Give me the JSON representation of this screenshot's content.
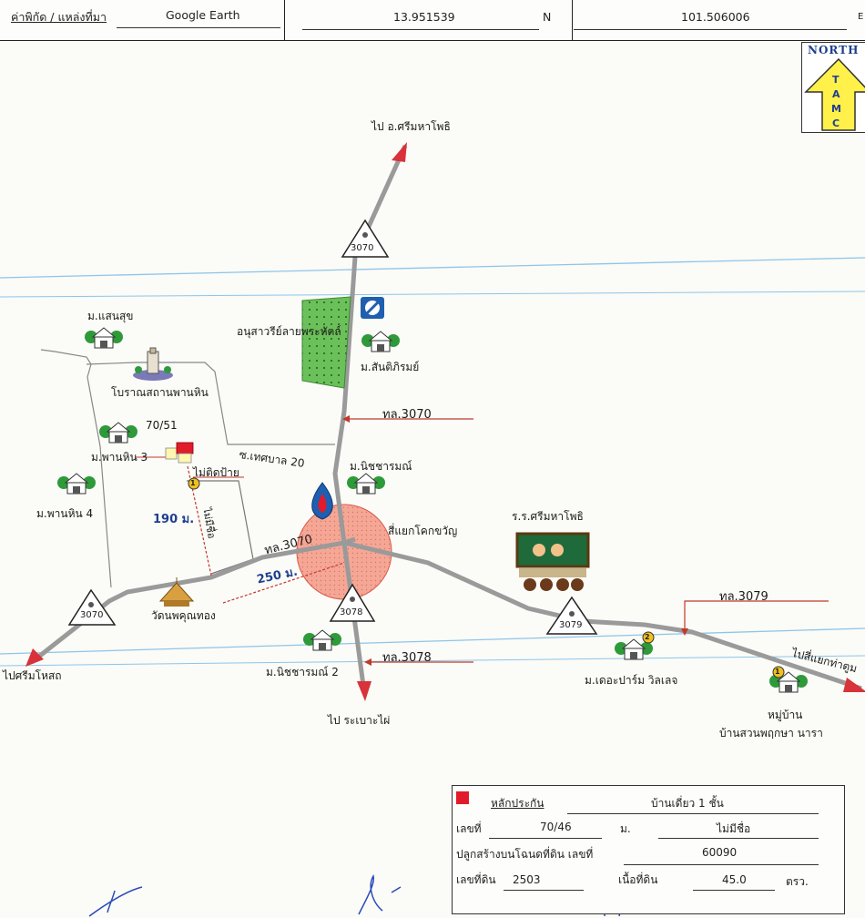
{
  "header": {
    "coord_label": "ค่าพิกัด / แหล่งที่มา",
    "source": "Google Earth",
    "latitude": "13.951539",
    "lat_dir": "N",
    "longitude": "101.506006",
    "lon_dir": "E"
  },
  "north_logo": {
    "title": "NORTH",
    "letters": [
      "T",
      "A",
      "M",
      "C"
    ]
  },
  "map": {
    "destinations": {
      "north": "ไป อ.ศรีมหาโพธิ",
      "southwest": "ไปศรีมโหสถ",
      "south": "ไป ระเบาะไผ่",
      "east": "ไปสี่แยกท่าตูม"
    },
    "route_shields": [
      "3070",
      "3078",
      "3079",
      "3070"
    ],
    "road_pointers": [
      "ทล.3070",
      "ทล.3078",
      "ทล.3079"
    ],
    "road_on_map": "ทล.3070",
    "soi": "ซ.เทศบาล 20",
    "intersection": "สี่แยกโคกขวัญ",
    "places": {
      "monument": "อนุสาวรีย์ลายพระหัตถ์",
      "santisiri": "ม.สันติภิรมย์",
      "saensuk": "ม.แสนสุข",
      "ancient_site": "โบราณสถานพานหิน",
      "panhin3": "ม.พานหิน 3",
      "panhin4": "ม.พานหิน 4",
      "nichcharom": "ม.นิชชารมณ์",
      "nichcharom2": "ม.นิชชารมณ์ 2",
      "temple": "วัดนพคุณทอง",
      "school": "ร.ร.ศรีมหาโพธิ",
      "deparam": "ม.เดอะปาร์ม วิลเลจ",
      "village": "หมู่บ้าน",
      "village_name": "บ้านสวนพฤกษา นารา",
      "house_no": "70/51",
      "no_sign": "ไม่ติดป้าย",
      "no_name_road": "ไม่มีชื่อ"
    },
    "distances": [
      "190 ม.",
      "250 ม."
    ],
    "markers": [
      "1",
      "1",
      "2"
    ]
  },
  "info_box": {
    "collateral_label": "หลักประกัน",
    "collateral_type": "บ้านเดี่ยว 1 ชั้น",
    "number_label": "เลขที่",
    "number_value": "70/46",
    "moo_label": "ม.",
    "moo_value": "ไม่มีชื่อ",
    "built_on_label": "ปลูกสร้างบนโฉนดที่ดิน เลขที่",
    "deed_value": "60090",
    "land_no_label": "เลขที่ดิน",
    "land_no_value": "2503",
    "area_label": "เนื้อที่ดิน",
    "area_value": "45.0",
    "area_unit": "ตรว."
  },
  "colors": {
    "road": "#9a9a9a",
    "arrow": "#d8323a",
    "pointer": "#c0392b",
    "grid": "#8ec5ea",
    "field": "#6cc05a",
    "circle": "#f5a796",
    "logo": "#fff04a",
    "distance": "#1f3f8f"
  }
}
